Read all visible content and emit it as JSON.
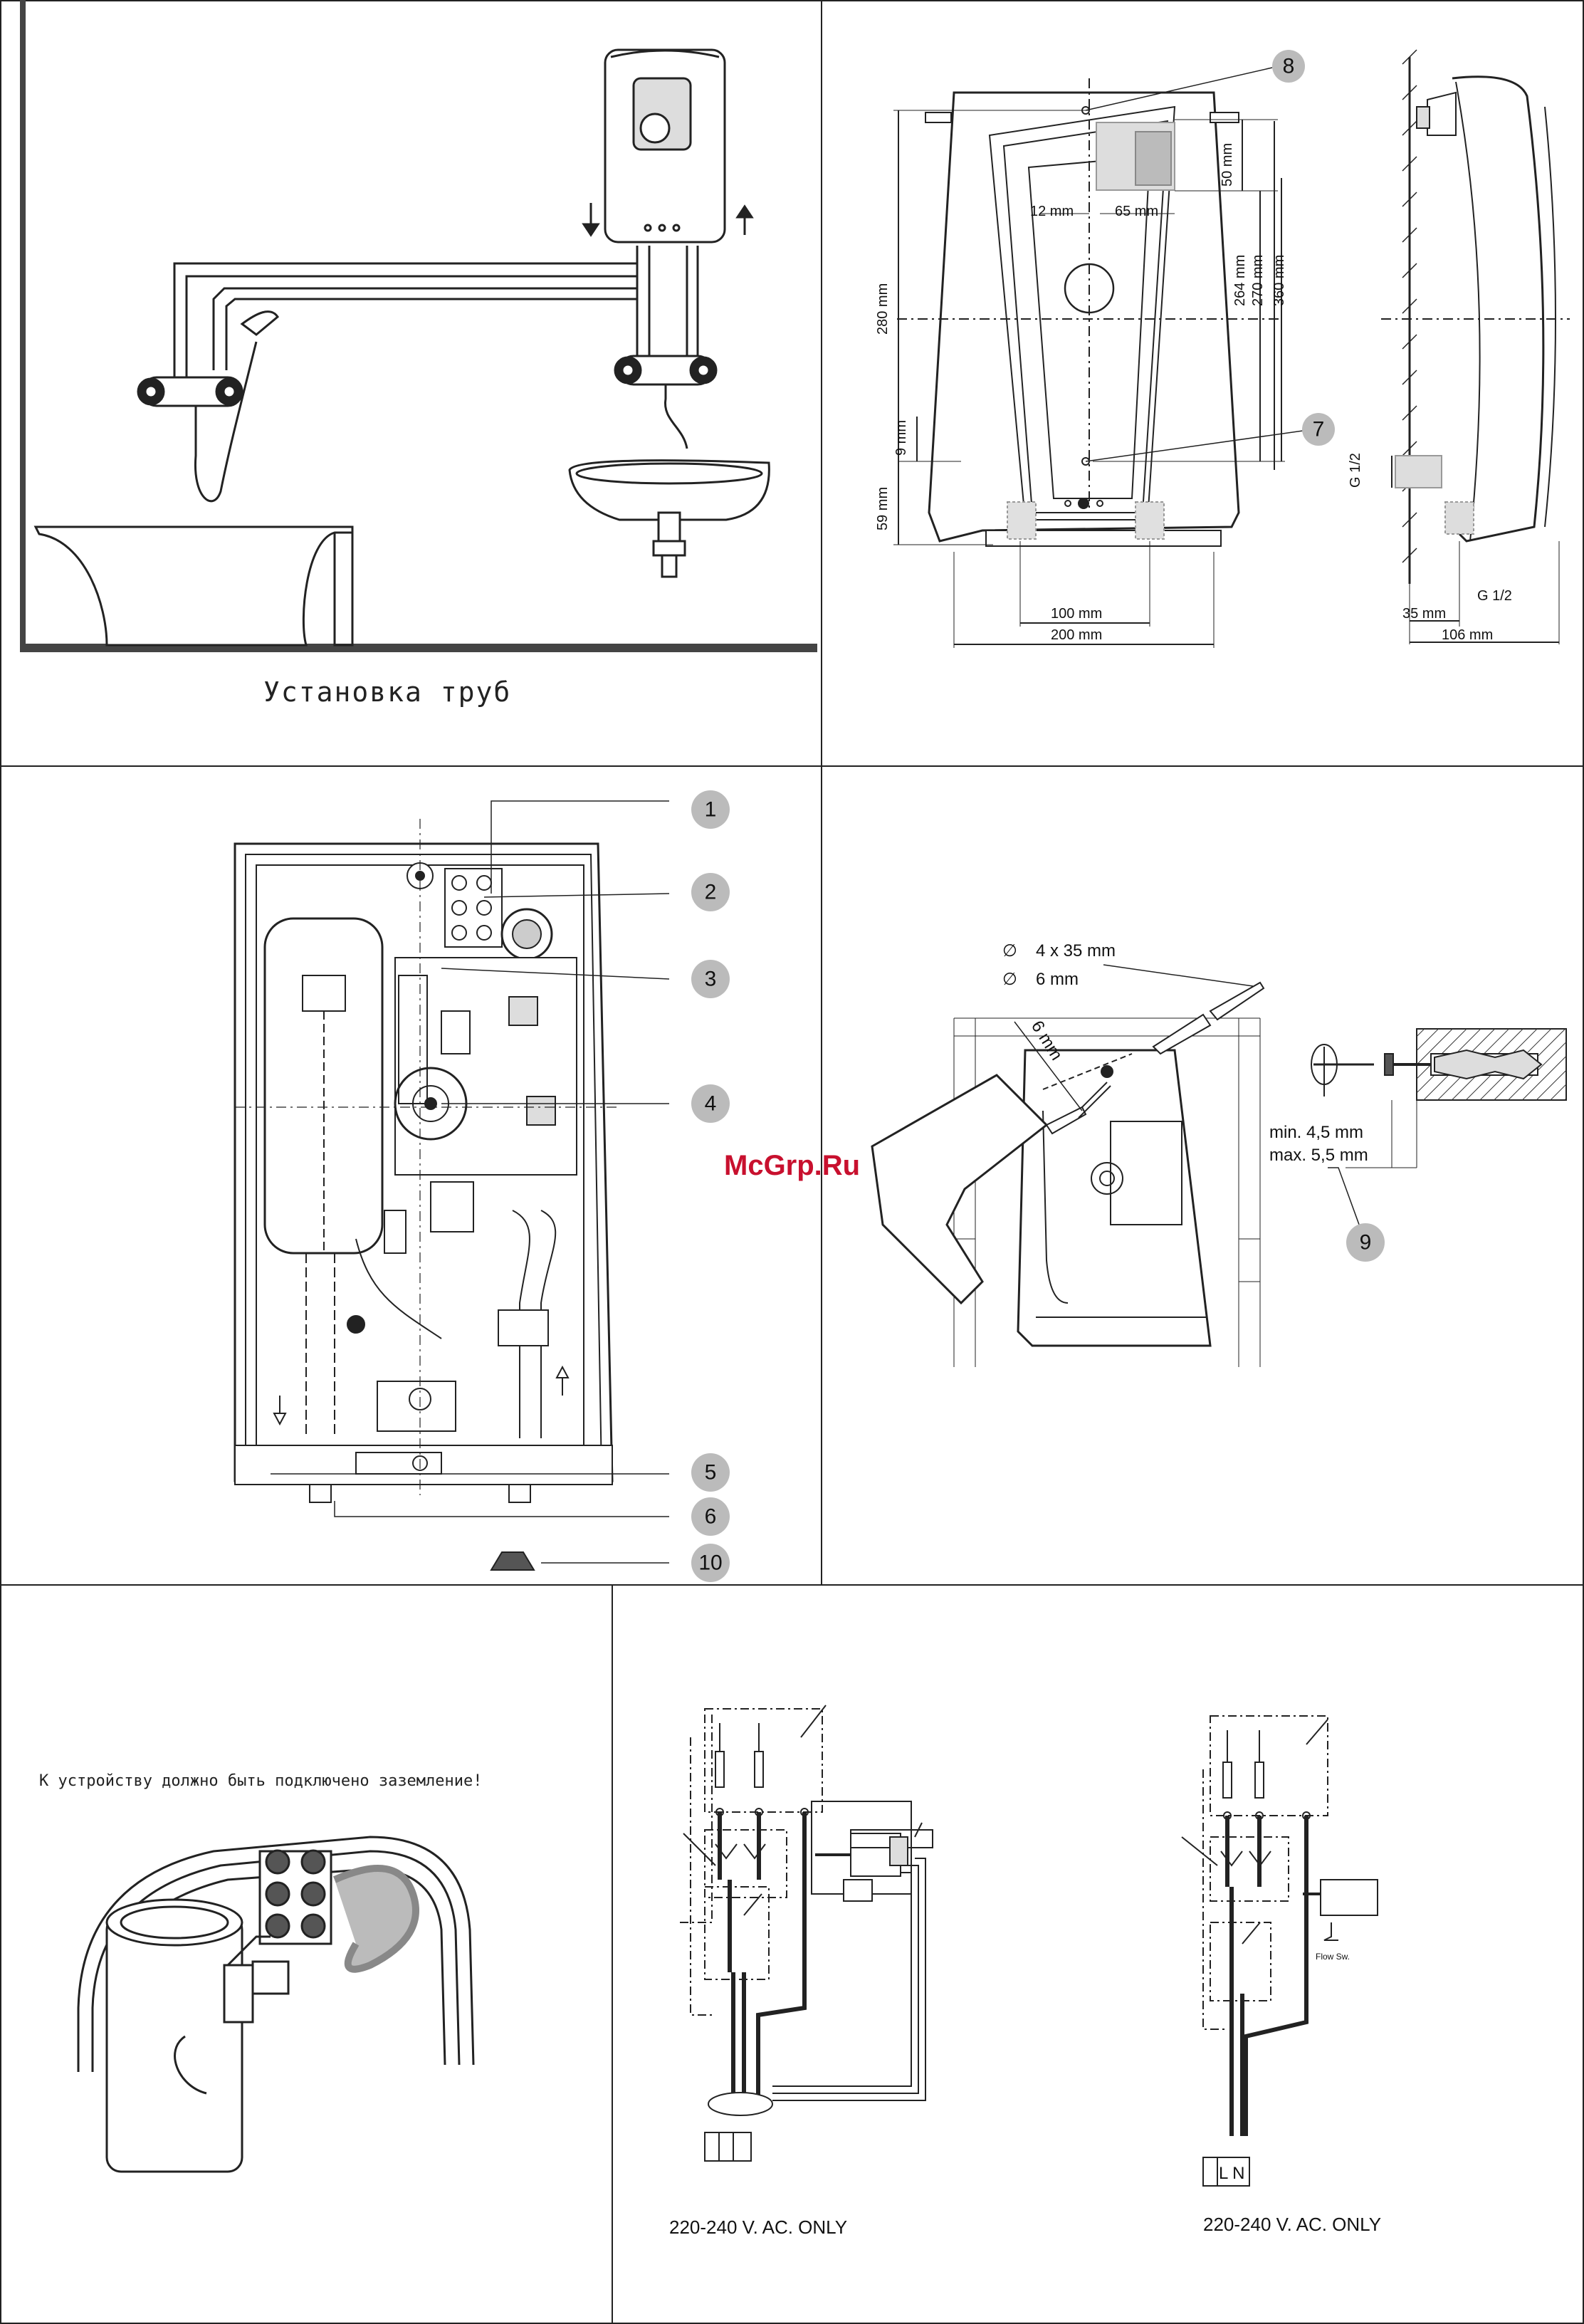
{
  "panels": {
    "pipe_install": {
      "title": "Установка труб"
    },
    "dimensions": {
      "callouts": [
        "8",
        "7"
      ],
      "dims": {
        "h280": "280 mm",
        "h59": "59 mm",
        "h9": "9 mm",
        "h50": "50 mm",
        "w12": "12 mm",
        "w65": "65 mm",
        "h264": "264 mm",
        "h270": "270 mm",
        "h360": "360 mm",
        "w100": "100 mm",
        "w200": "200 mm",
        "g12_left": "G 1/2",
        "g12_bottom": "G 1/2",
        "w35": "35 mm",
        "w106": "106 mm"
      }
    },
    "internals": {
      "callouts": [
        "1",
        "2",
        "3",
        "4",
        "5",
        "6",
        "10"
      ]
    },
    "drilling": {
      "screw": "4 x 35 mm",
      "drill": "6 mm",
      "drill_bit": "6 mm",
      "min_depth": "min. 4,5 mm",
      "max_depth": "max. 5,5 mm",
      "callout": "9"
    },
    "watermark": "McGrp.Ru",
    "grounding": {
      "note": "К устройству должно быть подключено заземление!"
    },
    "wiring_left": {
      "voltage": "220-240 V. AC. ONLY"
    },
    "wiring_right": {
      "voltage": "220-240 V. AC. ONLY",
      "flow_label": "Flow Sw.",
      "terminals": "L N"
    }
  }
}
